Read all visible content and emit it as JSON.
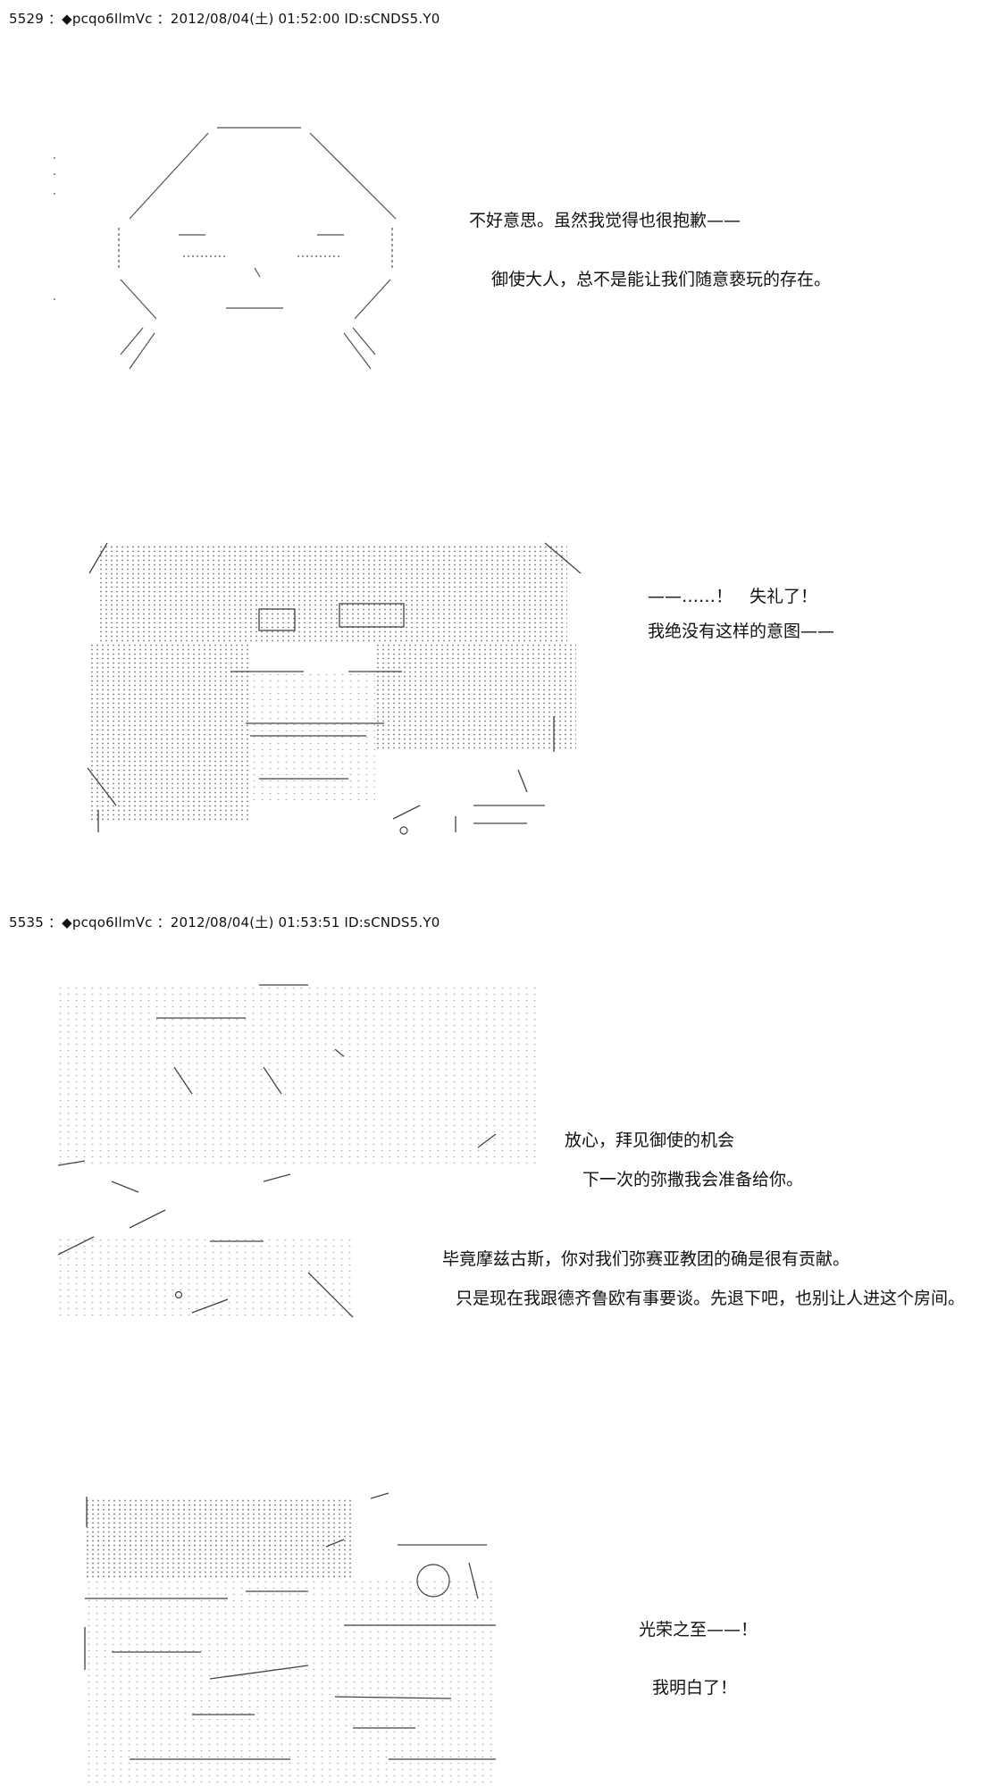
{
  "posts": [
    {
      "header": "5529 ：◆pcqo6IlmVc ：2012/08/04(土) 01:52:00 ID:sCNDS5.Y0",
      "lines": [
        "不好意思。虽然我觉得也很抱歉——",
        "御使大人，总不是能让我们随意亵玩的存在。",
        "——……！　失礼了！",
        "我绝没有这样的意图——"
      ]
    },
    {
      "header": "5535 ：◆pcqo6IlmVc ：2012/08/04(土) 01:53:51 ID:sCNDS5.Y0",
      "lines": [
        "放心，拜见御使的机会",
        "下一次的弥撒我会准备给你。",
        "毕竟摩兹古斯，你对我们弥赛亚教团的确是很有贡献。",
        "只是现在我跟德齐鲁欧有事要谈。先退下吧，也别让人进这个房间。",
        "光荣之至——！",
        "我明白了！"
      ]
    }
  ],
  "figures": [
    "ascii-art-round-face",
    "ascii-art-shaded-face",
    "ascii-art-speaker-figure",
    "ascii-art-kneeling-figure"
  ]
}
